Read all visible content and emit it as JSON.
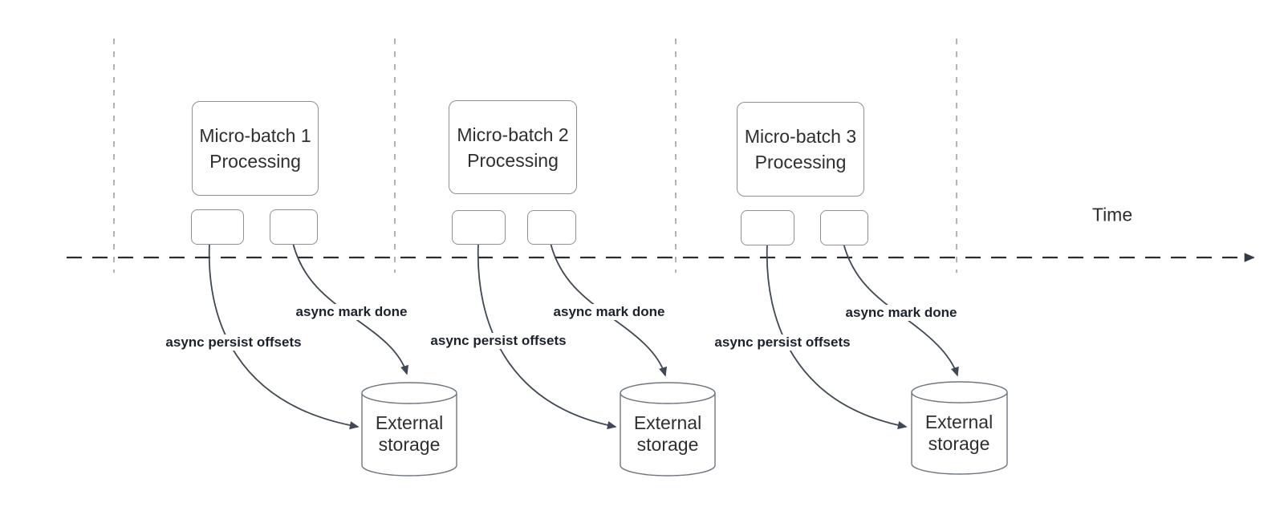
{
  "time_axis": {
    "label": "Time"
  },
  "lanes": [
    {
      "box_line1": "Micro-batch 1",
      "box_line2": "Processing",
      "persist_label": "async persist offsets",
      "mark_done_label": "async mark done",
      "storage_line1": "External",
      "storage_line2": "storage"
    },
    {
      "box_line1": "Micro-batch 2",
      "box_line2": "Processing",
      "persist_label": "async persist offsets",
      "mark_done_label": "async mark done",
      "storage_line1": "External",
      "storage_line2": "storage"
    },
    {
      "box_line1": "Micro-batch 3",
      "box_line2": "Processing",
      "persist_label": "async persist offsets",
      "mark_done_label": "async mark done",
      "storage_line1": "External",
      "storage_line2": "storage"
    }
  ],
  "colors": {
    "edge": "#3f4854",
    "axis": "#2b2b2b",
    "lane_line": "#a6a6a6",
    "node_border": "#8f8f8f",
    "cylinder_border": "#6f7680"
  }
}
